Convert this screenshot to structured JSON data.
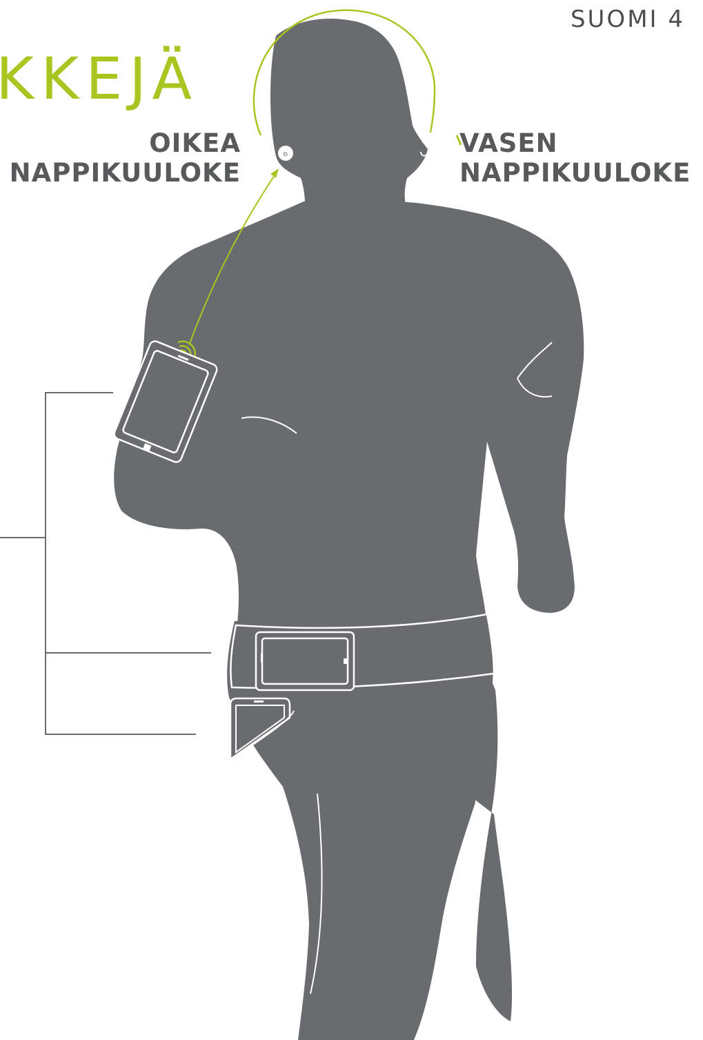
{
  "page_label": "SUOMI 4",
  "heading": "KKEJÄ",
  "right_earbud": {
    "line1": "OIKEA",
    "line2": "NAPPIKUULOKE"
  },
  "left_earbud": {
    "line1": "VASEN",
    "line2": "NAPPIKUULOKE"
  },
  "colors": {
    "silhouette": "#6a6b6e",
    "accent": "#a8c520",
    "outline": "#ffffff",
    "callout_line": "#6a6b6e",
    "label_text": "#58595b"
  },
  "icons": [
    "runner-silhouette",
    "headphone-arc",
    "earbud-icon",
    "armband-phone-icon",
    "wireless-signal-icon",
    "waistbelt-phone-icon",
    "pocket-phone-icon"
  ]
}
